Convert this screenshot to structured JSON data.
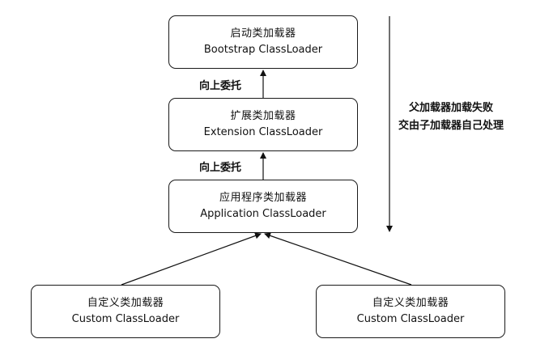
{
  "nodes": {
    "bootstrap": {
      "zh": "启动类加载器",
      "en": "Bootstrap ClassLoader"
    },
    "extension": {
      "zh": "扩展类加载器",
      "en": "Extension ClassLoader"
    },
    "application": {
      "zh": "应用程序类加载器",
      "en": "Application ClassLoader"
    },
    "custom_left": {
      "zh": "自定义类加载器",
      "en": "Custom ClassLoader"
    },
    "custom_right": {
      "zh": "自定义类加载器",
      "en": "Custom ClassLoader"
    }
  },
  "edges": {
    "delegate_up_1": "向上委托",
    "delegate_up_2": "向上委托"
  },
  "side_note": {
    "line1": "父加载器加载失败",
    "line2": "交由子加载器自己处理"
  }
}
